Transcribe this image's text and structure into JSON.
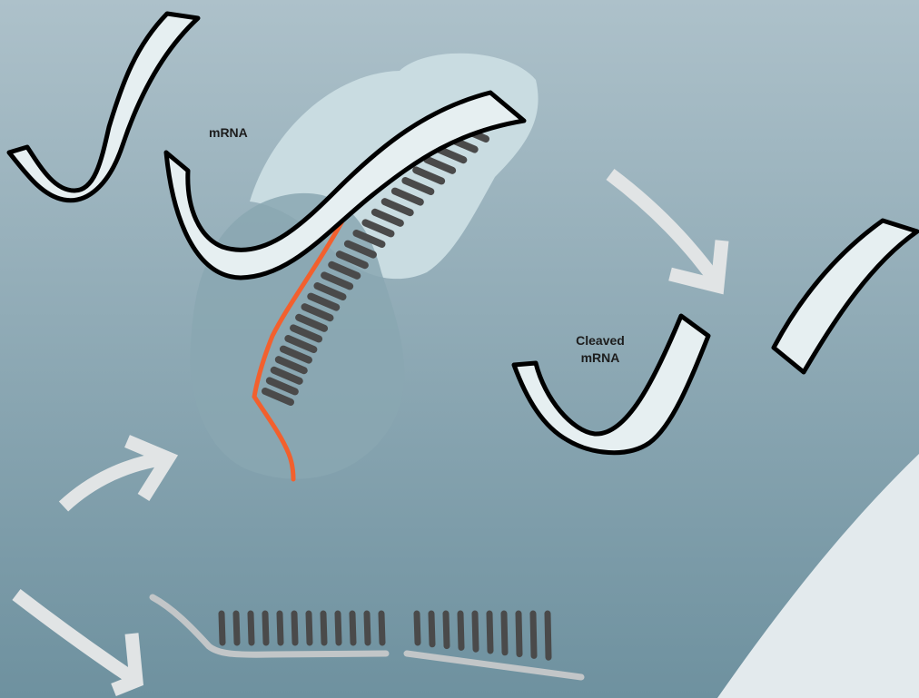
{
  "labels": {
    "mrna": "mRNA",
    "cleaved_line1": "Cleaved",
    "cleaved_line2": "mRNA"
  },
  "colors": {
    "background_top": "#adc1ca",
    "background_bottom": "#6e919f",
    "complex_light": "#c9dce1",
    "complex_dark": "#8aa7b2",
    "ribbon_fill": "#e6eff1",
    "outline": "#000000",
    "bases": "#4a4a4a",
    "guide_strand": "#f2602e",
    "duplex_backbone": "#c2c6c8",
    "arrows": "#e1e4e5",
    "corner_shape": "#e3eaed"
  }
}
